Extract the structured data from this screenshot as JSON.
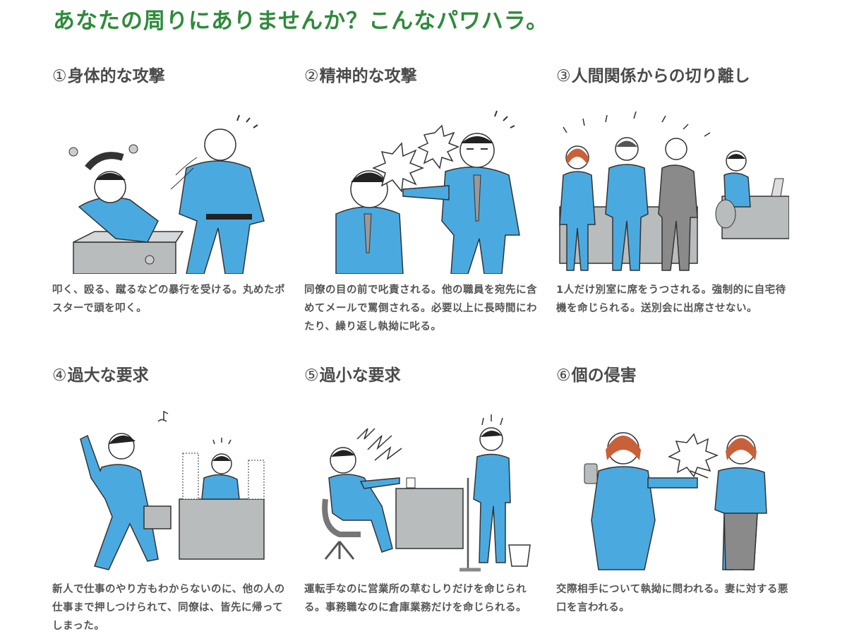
{
  "title": "あなたの周りにありませんか？こんなパワハラ。",
  "colors": {
    "title_green": "#2e8b3a",
    "heading_gray": "#4a4a4a",
    "text_gray": "#555555",
    "figure_blue": "#4aaae0",
    "furniture_gray": "#b8bcbc"
  },
  "cards": [
    {
      "number": "①",
      "heading": "身体的な攻撃",
      "text": "叩く、殴る、蹴るなどの暴行を受ける。丸めたポスターで頭を叩く。",
      "illustration": "physical-attack-illustration"
    },
    {
      "number": "②",
      "heading": "精神的な攻撃",
      "text": "同僚の目の前で叱責される。他の職員を宛先に含めてメールで罵倒される。必要以上に長時間にわたり、繰り返し執拗に叱る。",
      "illustration": "mental-attack-illustration"
    },
    {
      "number": "③",
      "heading": "人間関係からの切り離し",
      "text": "1人だけ別室に席をうつされる。強制的に自宅待機を命じられる。送別会に出席させない。",
      "illustration": "isolation-illustration"
    },
    {
      "number": "④",
      "heading": "過大な要求",
      "text": "新人で仕事のやり方もわからないのに、他の人の仕事まで押しつけられて、同僚は、皆先に帰ってしまった。",
      "illustration": "excessive-demand-illustration"
    },
    {
      "number": "⑤",
      "heading": "過小な要求",
      "text": "運転手なのに営業所の草むしりだけを命じられる。事務職なのに倉庫業務だけを命じられる。",
      "illustration": "underwork-demand-illustration"
    },
    {
      "number": "⑥",
      "heading": "個の侵害",
      "text": "交際相手について執拗に問われる。妻に対する悪口を言われる。",
      "illustration": "privacy-invasion-illustration"
    }
  ]
}
